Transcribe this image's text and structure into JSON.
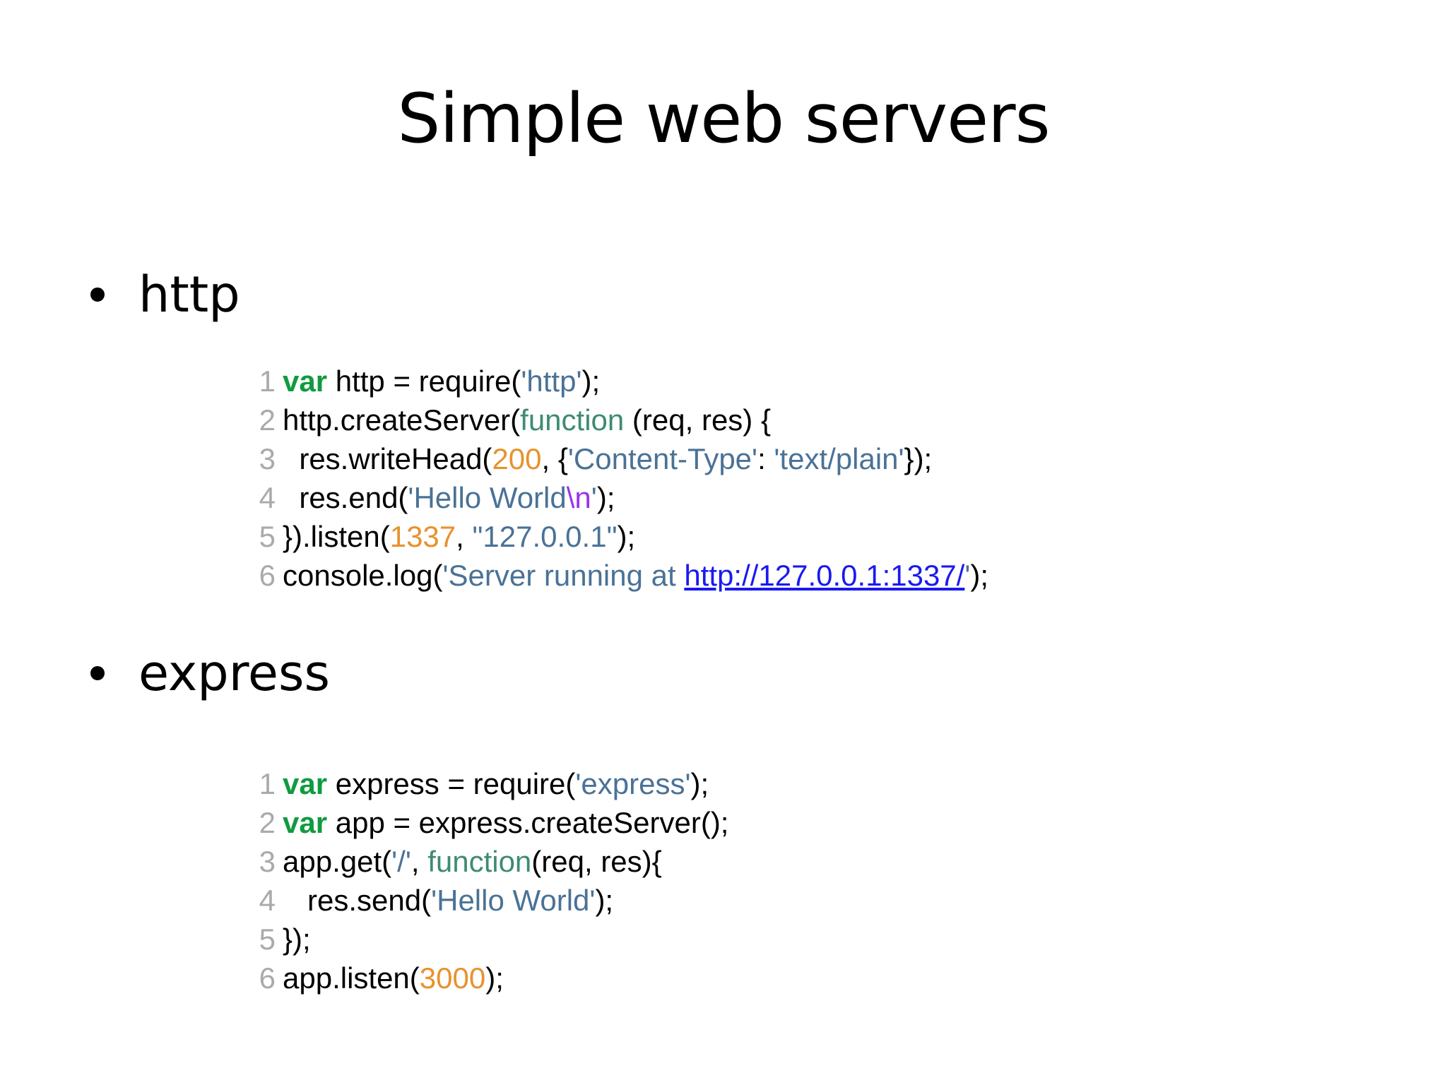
{
  "slide": {
    "title": "Simple web servers",
    "bullets": [
      {
        "id": "http",
        "label": "http"
      },
      {
        "id": "express",
        "label": "express"
      }
    ]
  },
  "code_http": {
    "lines": [
      {
        "n": "1",
        "tokens": [
          {
            "t": "var",
            "c": "kw"
          },
          {
            "t": " http = require(",
            "c": "plain"
          },
          {
            "t": "'http'",
            "c": "str"
          },
          {
            "t": ");",
            "c": "plain"
          }
        ]
      },
      {
        "n": "2",
        "tokens": [
          {
            "t": "http.createServer(",
            "c": "plain"
          },
          {
            "t": "function",
            "c": "fn"
          },
          {
            "t": " (req, res) {",
            "c": "plain"
          }
        ]
      },
      {
        "n": "3",
        "tokens": [
          {
            "t": "  res.writeHead(",
            "c": "plain"
          },
          {
            "t": "200",
            "c": "num"
          },
          {
            "t": ", {",
            "c": "plain"
          },
          {
            "t": "'Content-Type'",
            "c": "str"
          },
          {
            "t": ": ",
            "c": "plain"
          },
          {
            "t": "'text/plain'",
            "c": "str"
          },
          {
            "t": "});",
            "c": "plain"
          }
        ]
      },
      {
        "n": "4",
        "tokens": [
          {
            "t": "  res.end(",
            "c": "plain"
          },
          {
            "t": "'Hello World",
            "c": "str"
          },
          {
            "t": "\\n",
            "c": "esc"
          },
          {
            "t": "'",
            "c": "str"
          },
          {
            "t": ");",
            "c": "plain"
          }
        ]
      },
      {
        "n": "5",
        "tokens": [
          {
            "t": "}).listen(",
            "c": "plain"
          },
          {
            "t": "1337",
            "c": "num"
          },
          {
            "t": ", ",
            "c": "plain"
          },
          {
            "t": "\"127.0.0.1\"",
            "c": "str"
          },
          {
            "t": ");",
            "c": "plain"
          }
        ]
      },
      {
        "n": "6",
        "tokens": [
          {
            "t": "console.log(",
            "c": "plain"
          },
          {
            "t": "'Server running at ",
            "c": "str"
          },
          {
            "t": "http://127.0.0.1:1337/",
            "c": "link"
          },
          {
            "t": "'",
            "c": "str"
          },
          {
            "t": ");",
            "c": "plain"
          }
        ]
      }
    ]
  },
  "code_express": {
    "lines": [
      {
        "n": "1",
        "tokens": [
          {
            "t": "var",
            "c": "kw"
          },
          {
            "t": " express = require(",
            "c": "plain"
          },
          {
            "t": "'express'",
            "c": "str"
          },
          {
            "t": ");",
            "c": "plain"
          }
        ]
      },
      {
        "n": "2",
        "tokens": [
          {
            "t": "var",
            "c": "kw"
          },
          {
            "t": " app = express.createServer();",
            "c": "plain"
          }
        ]
      },
      {
        "n": "3",
        "tokens": [
          {
            "t": "app.get(",
            "c": "plain"
          },
          {
            "t": "'/'",
            "c": "str"
          },
          {
            "t": ", ",
            "c": "plain"
          },
          {
            "t": "function",
            "c": "fn"
          },
          {
            "t": "(req, res){",
            "c": "plain"
          }
        ]
      },
      {
        "n": "4",
        "tokens": [
          {
            "t": "   res.send(",
            "c": "plain"
          },
          {
            "t": "'Hello World'",
            "c": "str"
          },
          {
            "t": ");",
            "c": "plain"
          }
        ]
      },
      {
        "n": "5",
        "tokens": [
          {
            "t": "});",
            "c": "plain"
          }
        ]
      },
      {
        "n": "6",
        "tokens": [
          {
            "t": "app.listen(",
            "c": "plain"
          },
          {
            "t": "3000",
            "c": "num"
          },
          {
            "t": ");",
            "c": "plain"
          }
        ]
      }
    ]
  }
}
